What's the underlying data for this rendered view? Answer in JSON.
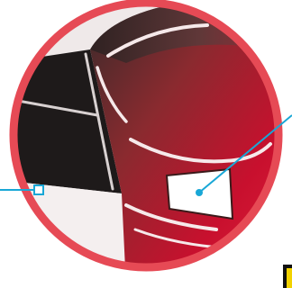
{
  "illustration": {
    "subject": "helmet close-up",
    "colors": {
      "ring": "#e64a55",
      "shell_dark": "#1e1a1a",
      "shell_red": "#c8102e",
      "visor": "#241f20",
      "panel": "#efe9e9",
      "label_patch": "#ffffff",
      "callout_line": "#19a7d6",
      "corner_badge": "#f2d200"
    },
    "callouts": [
      {
        "name": "label-patch-callout",
        "marker": "dot"
      },
      {
        "name": "side-callout",
        "marker": "square"
      }
    ]
  }
}
